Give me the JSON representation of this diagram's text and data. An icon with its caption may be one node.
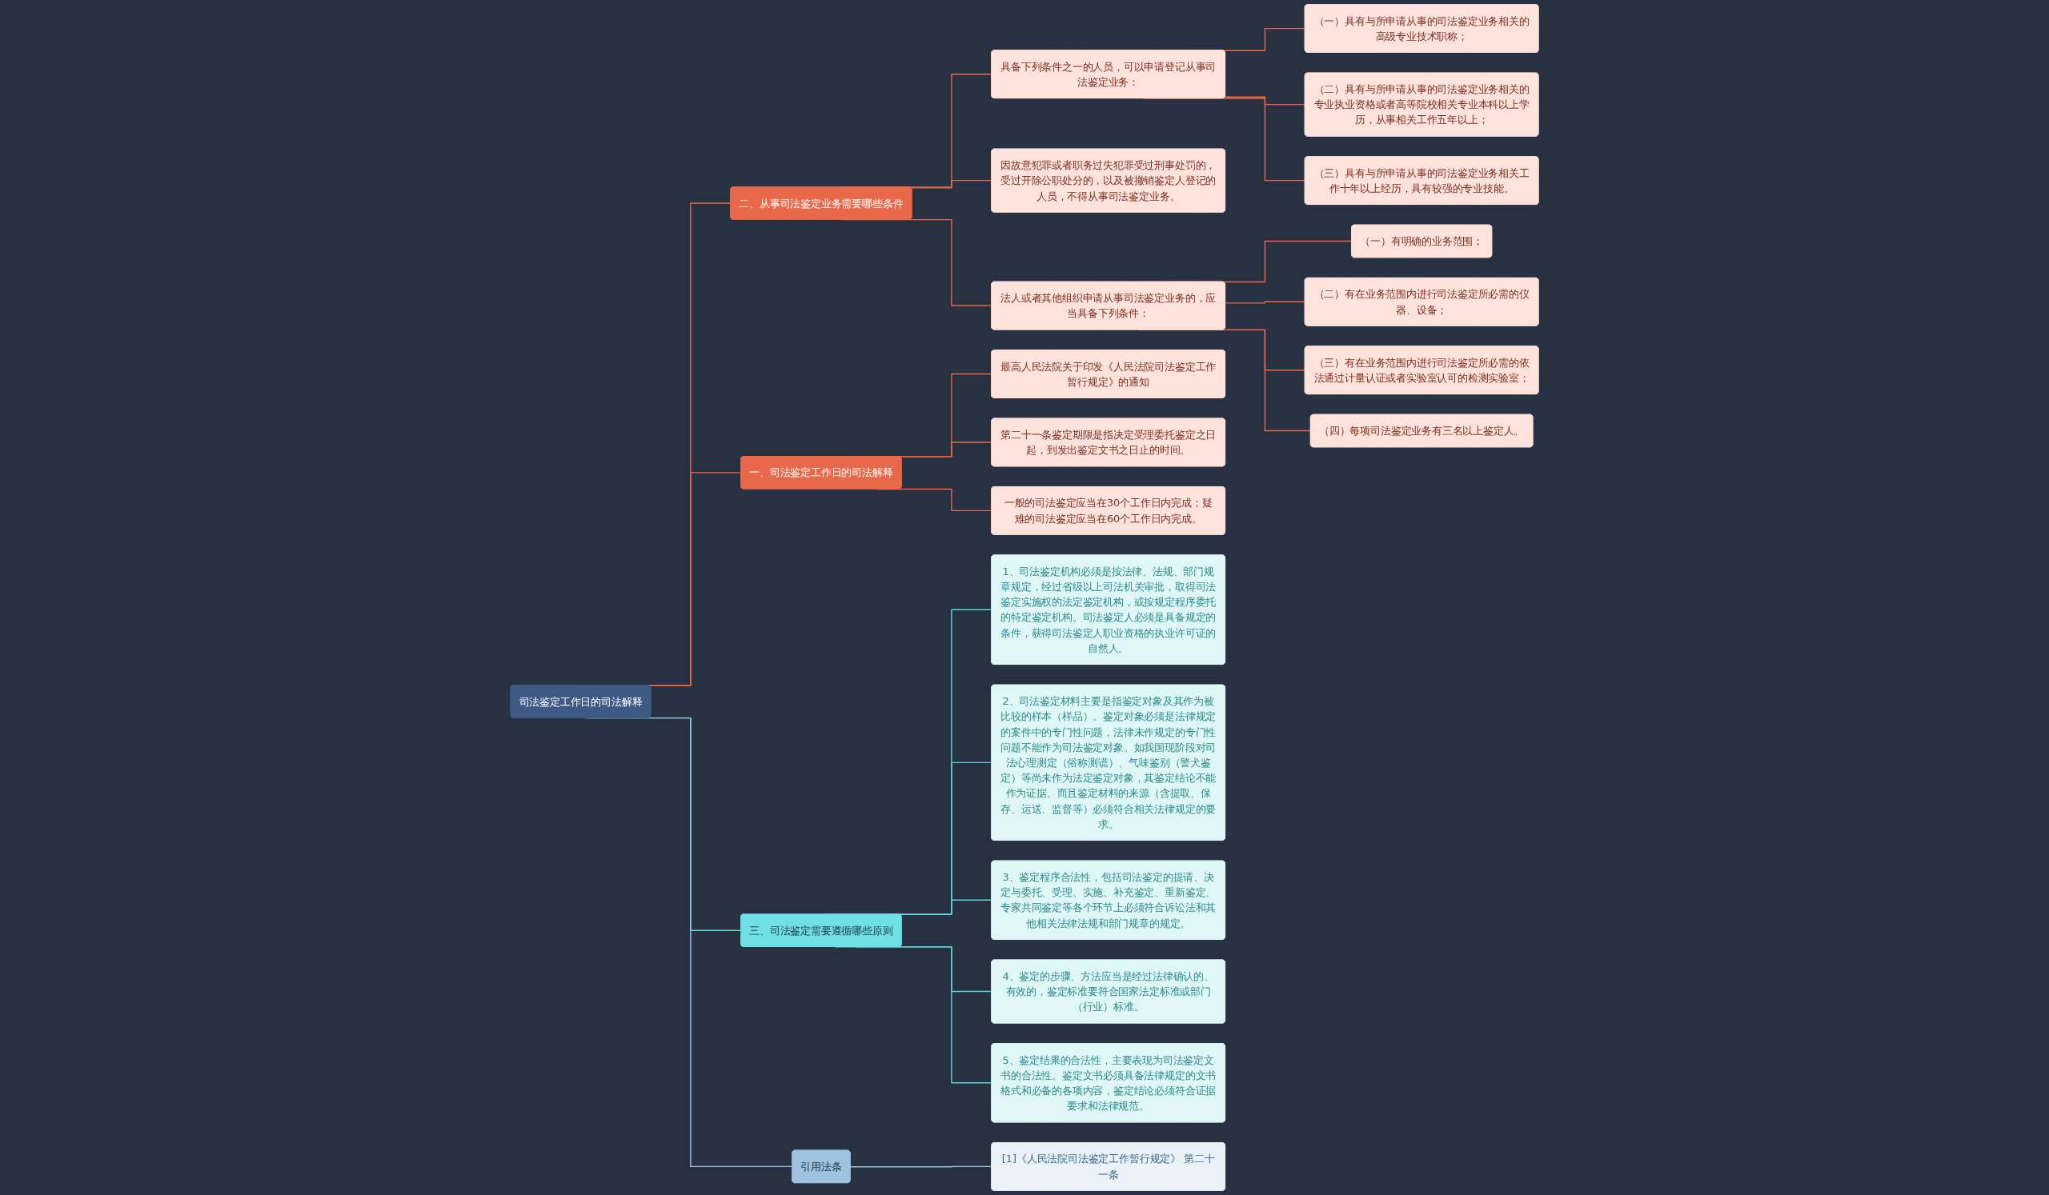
{
  "diagram": {
    "nodes": [
      {
        "text": [
          "司法鉴定工作日的司法解释"
        ]
      },
      {
        "text": [
          "一、司法鉴定工作日的司法解释"
        ]
      },
      {
        "text": [
          "最高人民法院关于印发《人民法院司法鉴定工作暂行规定》的通知"
        ]
      },
      {
        "text": [
          "第二十一条鉴定期限是指决定受理委托鉴定之日起，到发出鉴定文书之日止的时间。"
        ]
      },
      {
        "text": [
          "一般的司法鉴定应当在30个工作日内完成；疑难的司法鉴定应当在60个工作日内完成。"
        ]
      },
      {
        "text": [
          "三、司法鉴定需要遵循哪些原则"
        ]
      },
      {
        "text": [
          "1、司法鉴定机构必须是按法律、法规、部门规章规定，经过省级以上司法机关审批，取得司法鉴定实施权的法定鉴定机构，或按规定程序委托的特定鉴定机构。司法鉴定人必须是具备规定的条件，获得司法鉴定人职业资格的执业许可证的自然人。"
        ]
      },
      {
        "text": [
          "2、司法鉴定材料主要是指鉴定对象及其作为被比较的样本（样品）。鉴定对象必须是法律规定的案件中的专门性问题，法律未作规定的专门性问题不能作为司法鉴定对象。如我国现阶段对司法心理测定（俗称测谎）、气味鉴别（警犬鉴定）等尚未作为法定鉴定对象，其鉴定结论不能作为证据。而且鉴定材料的来源（含提取、保存、运送、监督等）必须符合相关法律规定的要求。"
        ]
      },
      {
        "text": [
          "3、鉴定程序合法性，包括司法鉴定的提请、决定与委托、受理、实施、补充鉴定、重新鉴定、专家共同鉴定等各个环节上必须符合诉讼法和其他相关法律法规和部门规章的规定。"
        ]
      },
      {
        "text": [
          "4、鉴定的步骤、方法应当是经过法律确认的、有效的，鉴定标准要符合国家法定标准或部门（行业）标准。"
        ]
      },
      {
        "text": [
          "5、鉴定结果的合法性，主要表现为司法鉴定文书的合法性。鉴定文书必须具备法律规定的文书格式和必备的各项内容，鉴定结论必须符合证据要求和法律规范。"
        ]
      },
      {
        "text": [
          "二、从事司法鉴定业务需要哪些条件"
        ]
      },
      {
        "text": [
          "具备下列条件之一的人员，可以申请登记从事司法鉴定业务："
        ]
      },
      {
        "text": [
          "（一）具有与所申请从事的司法鉴定业务相关的高级专业技术职称；"
        ]
      },
      {
        "text": [
          "（二）具有与所申请从事的司法鉴定业务相关的专业执业资格或者高等院校相关专业本科以上学历，从事相关工作五年以上；"
        ]
      },
      {
        "text": [
          "（三）具有与所申请从事的司法鉴定业务相关工作十年以上经历，具有较强的专业技能。"
        ]
      },
      {
        "text": [
          "因故意犯罪或者职务过失犯罪受过刑事处罚的，受过开除公职处分的，以及被撤销鉴定人登记的人员，不得从事司法鉴定业务。"
        ]
      },
      {
        "text": [
          "法人或者其他组织申请从事司法鉴定业务的，应当具备下列条件："
        ]
      },
      {
        "text": [
          "（一）有明确的业务范围；"
        ]
      },
      {
        "text": [
          "（二）有在业务范围内进行司法鉴定所必需的仪器、设备；"
        ]
      },
      {
        "text": [
          "（三）有在业务范围内进行司法鉴定所必需的依法通过计量认证或者实验室认可的检测实验室；"
        ]
      },
      {
        "text": [
          "（四）每项司法鉴定业务有三名以上鉴定人。"
        ]
      },
      {
        "text": [
          "引用法条"
        ]
      },
      {
        "text": [
          "[1]《人民法院司法鉴定工作暂行规定》 第二十一条"
        ]
      }
    ],
    "edges": [
      {
        "from": 0,
        "to": 1,
        "arrow": "none"
      },
      {
        "from": 1,
        "to": 2,
        "arrow": "none"
      },
      {
        "from": 1,
        "to": 3,
        "arrow": "none"
      },
      {
        "from": 1,
        "to": 4,
        "arrow": "none"
      },
      {
        "from": 0,
        "to": 5,
        "arrow": "none",
        "color": "#5fd3dc"
      },
      {
        "from": 5,
        "to": 6,
        "arrow": "none",
        "color": "#5fd3dc"
      },
      {
        "from": 5,
        "to": 7,
        "arrow": "none",
        "color": "#5fd3dc"
      },
      {
        "from": 5,
        "to": 8,
        "arrow": "none",
        "color": "#5fd3dc"
      },
      {
        "from": 5,
        "to": 9,
        "arrow": "none",
        "color": "#5fd3dc"
      },
      {
        "from": 5,
        "to": 10,
        "arrow": "none",
        "color": "#5fd3dc"
      },
      {
        "from": 0,
        "to": 11,
        "arrow": "none"
      },
      {
        "from": 11,
        "to": 12,
        "arrow": "none"
      },
      {
        "from": 12,
        "to": 13,
        "arrow": "none"
      },
      {
        "from": 12,
        "to": 14,
        "arrow": "none"
      },
      {
        "from": 12,
        "to": 15,
        "arrow": "none"
      },
      {
        "from": 11,
        "to": 16,
        "arrow": "none"
      },
      {
        "from": 11,
        "to": 17,
        "arrow": "none"
      },
      {
        "from": 17,
        "to": 18,
        "arrow": "none"
      },
      {
        "from": 17,
        "to": 19,
        "arrow": "none"
      },
      {
        "from": 17,
        "to": 20,
        "arrow": "none"
      },
      {
        "from": 17,
        "to": 21,
        "arrow": "none"
      },
      {
        "from": 0,
        "to": 22,
        "arrow": "none",
        "color": "#9dc3e0"
      },
      {
        "from": 22,
        "to": 23,
        "arrow": "none",
        "color": "#9dc3e0"
      }
    ]
  }
}
